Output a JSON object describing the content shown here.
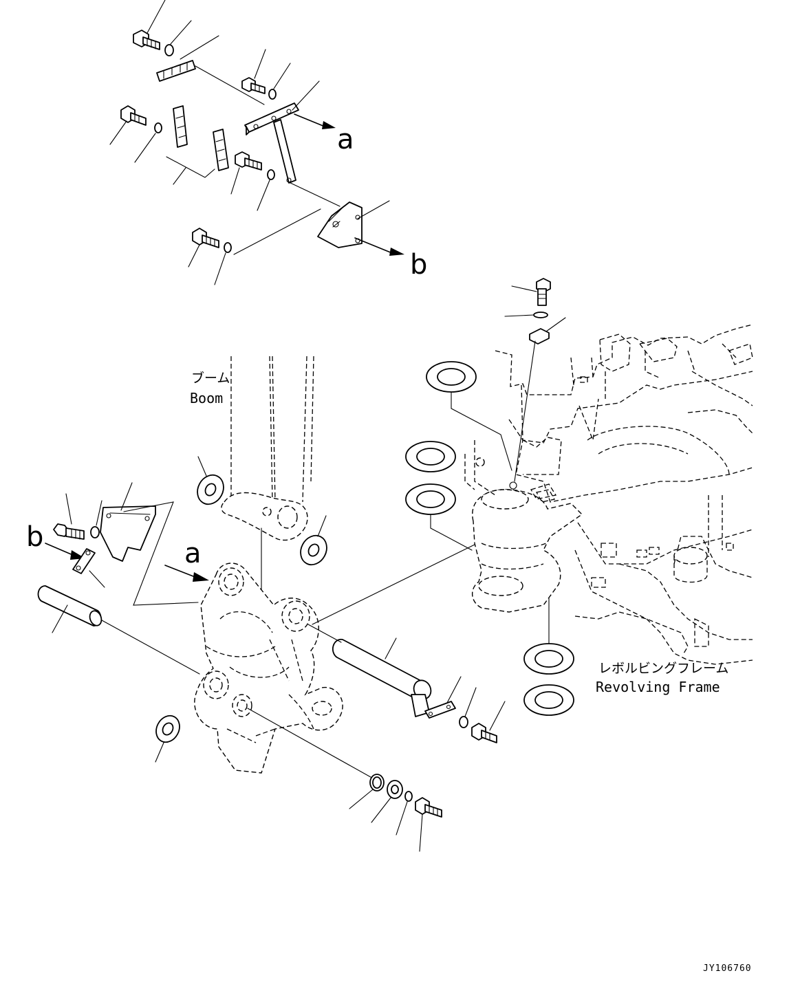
{
  "labels": {
    "ref_a": "a",
    "ref_b": "b",
    "boom_jp": "ブーム",
    "boom_en": "Boom",
    "frame_jp": "レボルビングフレーム",
    "frame_en": "Revolving Frame",
    "drawing_code": "JY106760"
  },
  "colors": {
    "line": "#000000",
    "background": "#ffffff"
  }
}
